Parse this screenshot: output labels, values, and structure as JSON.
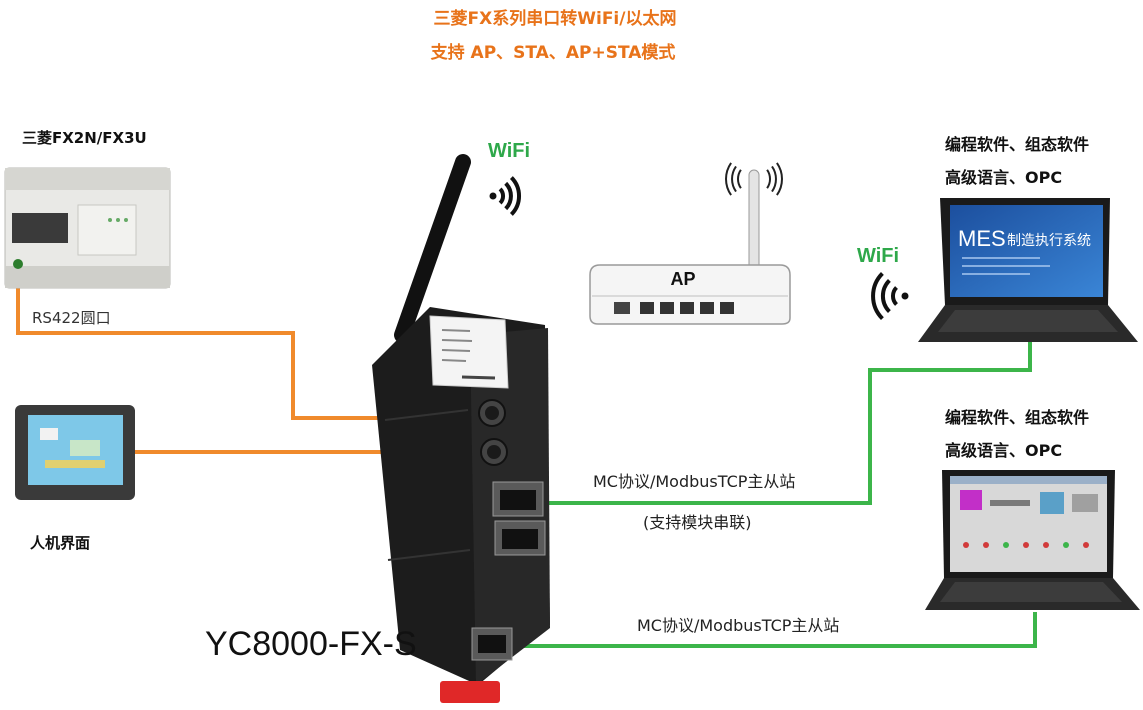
{
  "header": {
    "title": "三菱FX系列串口转WiFi/以太网",
    "subtitle": "支持 AP、STA、AP+STA模式"
  },
  "plc": {
    "label": "三菱FX2N/FX3U",
    "port_label": "RS422圆口"
  },
  "hmi": {
    "label": "人机界面"
  },
  "device": {
    "model": "YC8000-FX-S",
    "wifi_label": "WiFi"
  },
  "router": {
    "label": "AP"
  },
  "pc_wifi": {
    "software_line1": "编程软件、组态软件",
    "software_line2": "高级语言、OPC",
    "wifi_label": "WiFi",
    "screen_title_main": "MES",
    "screen_title_sub": "制造执行系统"
  },
  "pc_ethernet": {
    "software_line1": "编程软件、组态软件",
    "software_line2": "高级语言、OPC"
  },
  "links": {
    "ethernet1_protocol": "MC协议/ModbusTCP主从站",
    "cascade_note": "(支持模块串联)",
    "ethernet2_protocol": "MC协议/ModbusTCP主从站"
  },
  "colors": {
    "title": "#e8731a",
    "serial_line": "#f08a2c",
    "ethernet_line": "#3cb54a",
    "wifi": "#2ea84a",
    "device_body": "#1c1c1c",
    "din_clip": "#e02828"
  },
  "icons": {
    "device_wifi": "wifi-signal-icon",
    "pc_wifi": "wifi-signal-icon",
    "router_signal": "radio-waves-icon"
  }
}
